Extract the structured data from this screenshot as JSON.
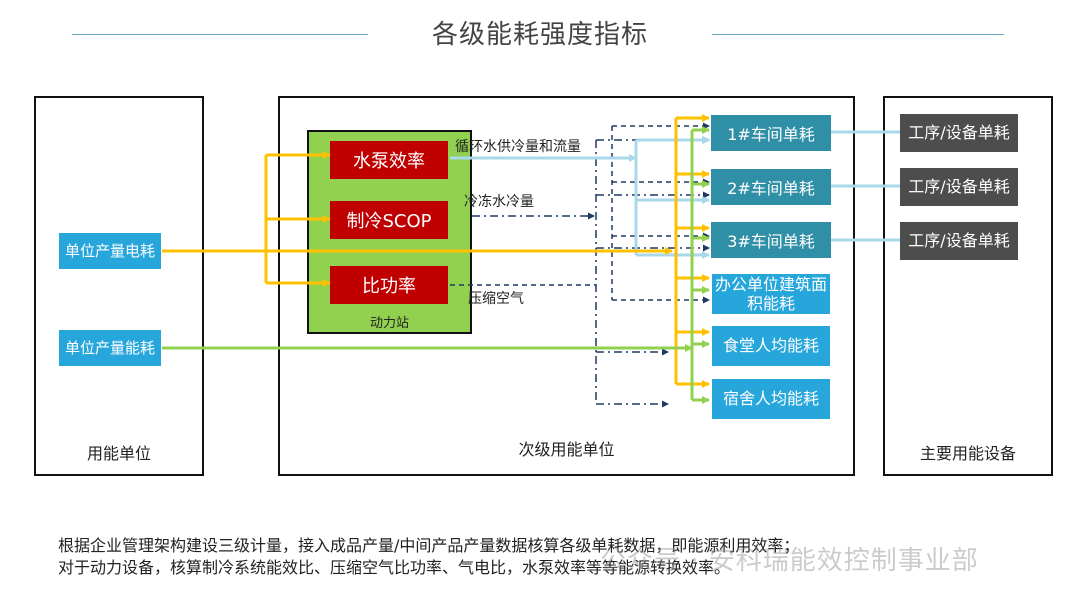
{
  "title": "各级能耗强度指标",
  "sections": {
    "left": "用能单位",
    "middle": "次级用能单位",
    "right": "主要用能设备"
  },
  "left_boxes": [
    "单位产量电耗",
    "单位产量能耗"
  ],
  "power_station": {
    "label": "动力站",
    "items": [
      "水泵效率",
      "制冷SCOP",
      "比功率"
    ]
  },
  "flow_labels": [
    "循环水供冷量和流量",
    "冷冻水冷量",
    "压缩空气"
  ],
  "workshops": [
    "1#车间单耗",
    "2#车间单耗",
    "3#车间单耗"
  ],
  "per_units": [
    "办公单位建筑面积能耗",
    "食堂人均能耗",
    "宿舍人均能耗"
  ],
  "devices": [
    "工序/设备单耗",
    "工序/设备单耗",
    "工序/设备单耗"
  ],
  "footer": [
    "根据企业管理架构建设三级计量，接入成品产量/中间产品产量数据核算各级单耗数据，即能源利用效率；",
    "对于动力设备，核算制冷系统能效比、压缩空气比功率、气电比，水泵效率等等能源转换效率。"
  ],
  "watermark": "公众号 · 安科瑞能效控制事业部",
  "colors": {
    "electricity": "#ffc000",
    "energy": "#92d050",
    "water": "#a8d8ea",
    "dashed": "#1f3864",
    "box_blue": "#27a6dc",
    "box_teal": "#2e8fa6",
    "box_grey": "#4d4d4d",
    "box_red": "#c00000"
  }
}
